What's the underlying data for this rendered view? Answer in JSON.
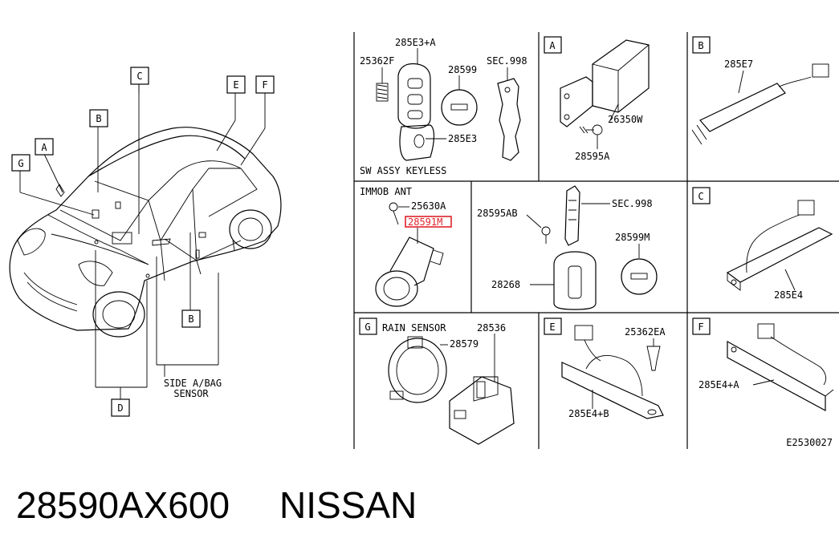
{
  "diagram": {
    "car_callouts": [
      "A",
      "B",
      "C",
      "E",
      "F",
      "G",
      "B",
      "D"
    ],
    "side_airbag_sensor_label": [
      "SIDE A/BAG",
      "SENSOR"
    ],
    "panels": {
      "keyless": {
        "parts": [
          "285E3+A",
          "25362F",
          "28599",
          "SEC.998",
          "285E3"
        ],
        "caption": "SW ASSY KEYLESS"
      },
      "A": {
        "letter": "A",
        "parts": [
          "26350W",
          "28595A"
        ]
      },
      "B": {
        "letter": "B",
        "parts": [
          "285E7"
        ]
      },
      "immob": {
        "caption": "IMMOB ANT",
        "parts": [
          "25630A",
          "28591M"
        ],
        "highlighted_part": "28591M"
      },
      "key": {
        "parts": [
          "28595AB",
          "SEC.998",
          "28599M",
          "28268"
        ]
      },
      "C": {
        "letter": "C",
        "parts": [
          "285E4"
        ]
      },
      "G": {
        "letter": "G",
        "caption": "RAIN SENSOR",
        "parts": [
          "28536",
          "28579"
        ]
      },
      "E": {
        "letter": "E",
        "parts": [
          "25362EA",
          "285E4+B"
        ]
      },
      "F": {
        "letter": "F",
        "parts": [
          "285E4+A"
        ]
      }
    },
    "diagram_code": "E2530027"
  },
  "footer": {
    "part_number": "28590AX600",
    "brand": "NISSAN"
  },
  "colors": {
    "ink": "#000000",
    "highlight": "#e0232b",
    "background": "#ffffff"
  }
}
